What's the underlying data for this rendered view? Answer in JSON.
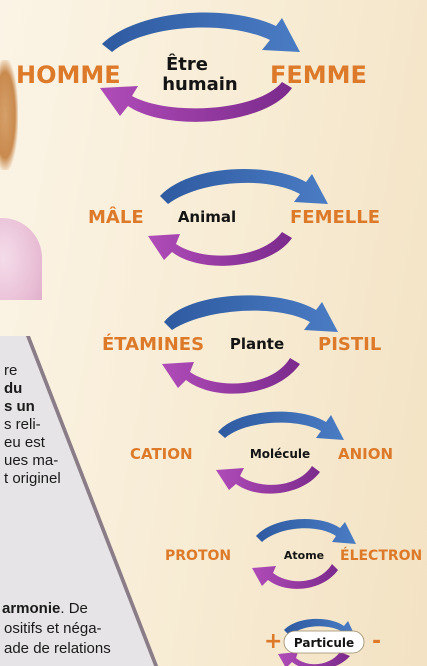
{
  "colors": {
    "blue_arrow": "#3f6db3",
    "purple_arrow": "#9b3fa6",
    "orange_label": "#dd7a2a",
    "dark_label": "#141414"
  },
  "levels": [
    {
      "left": "HOMME",
      "center_line1": "Être",
      "center_line2": "humain",
      "right": "FEMME"
    },
    {
      "left": "MÂLE",
      "center": "Animal",
      "right": "FEMELLE"
    },
    {
      "left": "ÉTAMINES",
      "center": "Plante",
      "right": "PISTIL"
    },
    {
      "left": "CATION",
      "center": "Molécule",
      "right": "ANION"
    },
    {
      "left": "PROTON",
      "center": "Atome",
      "right": "ÉLECTRON"
    },
    {
      "left": "+",
      "center": "Particule",
      "right": "-"
    }
  ],
  "text_fragments": [
    {
      "text": "re",
      "bold": false
    },
    {
      "text": "du",
      "bold": true
    },
    {
      "text": "s un",
      "bold": true
    },
    {
      "text": "s reli-",
      "bold": false
    },
    {
      "text": "eu est",
      "bold": false
    },
    {
      "text": "ues ma-",
      "bold": false
    },
    {
      "text": "t originel",
      "bold": false
    },
    {
      "text": "armonie",
      "bold": true
    },
    {
      "text": ". De",
      "bold": false
    },
    {
      "text": "ositifs et néga-",
      "bold": false
    },
    {
      "text": "ade de relations",
      "bold": false
    }
  ]
}
